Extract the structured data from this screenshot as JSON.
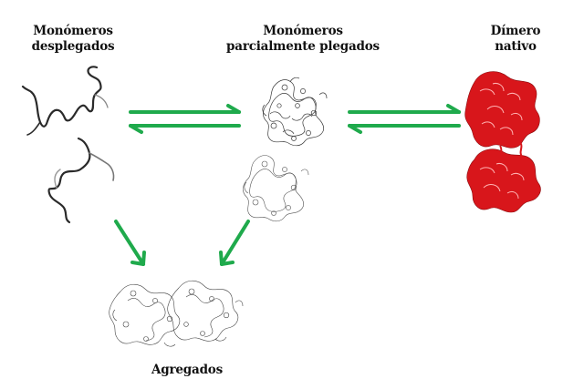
{
  "labels": {
    "unfolded": [
      "Monómeros",
      "desplegados"
    ],
    "partial": [
      "Monómeros",
      "parcialmente plegados"
    ],
    "native": [
      "Dímero",
      "nativo"
    ],
    "aggregates": "Agregados"
  },
  "colors": {
    "arrow": "#1faa4c",
    "native_protein": "#d8161b",
    "line_protein": "#3a3a3a",
    "unfolded_chain": "#2a2a2a"
  }
}
